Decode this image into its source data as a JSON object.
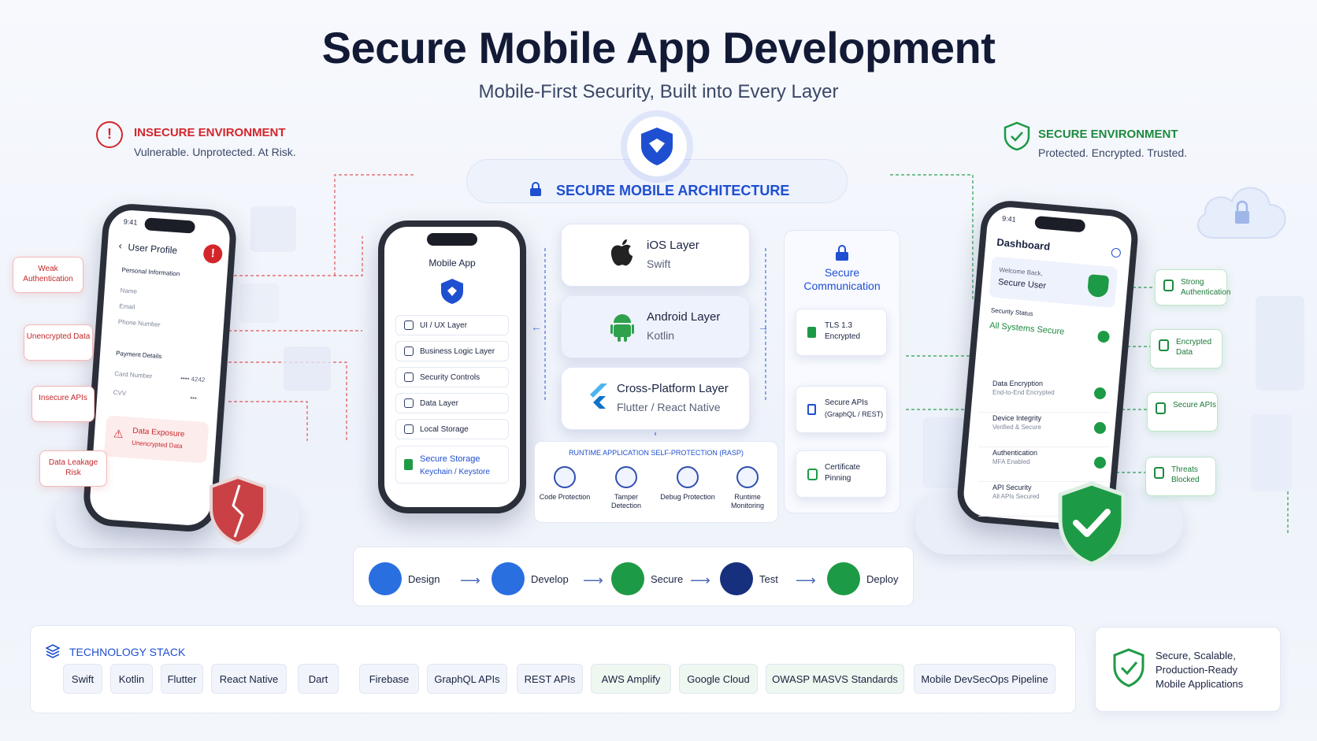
{
  "header": {
    "title": "Secure Mobile App Development",
    "subtitle": "Mobile-First Security, Built into Every Layer"
  },
  "insecure": {
    "title": "INSECURE ENVIRONMENT",
    "desc": "Vulnerable. Unprotected. At Risk.",
    "phone": {
      "time": "9:41",
      "screen_title": "User Profile",
      "personal_info": "Personal Information",
      "fields": [
        "Name",
        "Email",
        "Phone Number"
      ],
      "payment": "Payment Details",
      "card_label": "Card Number",
      "card_value": "•••• 4242",
      "cvv_label": "CVV",
      "cvv_value": "•••",
      "alert_title": "Data Exposure",
      "alert_sub": "Unencrypted Data"
    },
    "warnings": [
      "Weak Authentication",
      "Unencrypted Data",
      "Insecure APIs",
      "Data Leakage Risk"
    ]
  },
  "architecture": {
    "title": "SECURE MOBILE ARCHITECTURE",
    "mobile_app": {
      "title": "Mobile App",
      "rows": [
        "UI / UX Layer",
        "Business Logic Layer",
        "Security Controls",
        "Data Layer",
        "Local Storage"
      ],
      "storage_title": "Secure Storage",
      "storage_sub": "Keychain / Keystore"
    },
    "layers": [
      {
        "title": "iOS Layer",
        "sub": "Swift"
      },
      {
        "title": "Android Layer",
        "sub": "Kotlin"
      },
      {
        "title": "Cross-Platform Layer",
        "sub": "Flutter / React Native"
      }
    ],
    "rasp": {
      "title": "RUNTIME APPLICATION SELF-PROTECTION (RASP)",
      "items": [
        "Code Protection",
        "Tamper Detection",
        "Debug Protection",
        "Runtime Monitoring"
      ]
    },
    "secure_comm": {
      "title": "Secure Communication",
      "items": [
        {
          "title": "TLS 1.3",
          "sub": "Encrypted"
        },
        {
          "title": "Secure APIs",
          "sub": "(GraphQL / REST)"
        },
        {
          "title": "Certificate",
          "sub": "Pinning"
        }
      ]
    }
  },
  "secure": {
    "title": "SECURE ENVIRONMENT",
    "desc": "Protected. Encrypted. Trusted.",
    "phone": {
      "time": "9:41",
      "screen_title": "Dashboard",
      "welcome": "Welcome Back,",
      "user": "Secure User",
      "status_label": "Security Status",
      "status_value": "All Systems Secure",
      "rows": [
        {
          "title": "Data Encryption",
          "sub": "End-to-End Encrypted"
        },
        {
          "title": "Device Integrity",
          "sub": "Verified & Secure"
        },
        {
          "title": "Authentication",
          "sub": "MFA Enabled"
        },
        {
          "title": "API Security",
          "sub": "All APIs Secured"
        }
      ]
    },
    "badges": [
      "Strong Authentication",
      "Encrypted Data",
      "Secure APIs",
      "Threats Blocked"
    ]
  },
  "pipeline": [
    "Design",
    "Develop",
    "Secure",
    "Test",
    "Deploy"
  ],
  "tech_stack": {
    "title": "TECHNOLOGY STACK",
    "chips": [
      "Swift",
      "Kotlin",
      "Flutter",
      "React Native",
      "Dart",
      "Firebase",
      "GraphQL APIs",
      "REST APIs",
      "AWS Amplify",
      "Google Cloud",
      "OWASP MASVS Standards",
      "Mobile DevSecOps Pipeline"
    ]
  },
  "footer_card": {
    "line1": "Secure, Scalable,",
    "line2": "Production-Ready",
    "line3": "Mobile Applications"
  },
  "colors": {
    "danger": "#d3262b",
    "success": "#1d9a45",
    "primary": "#1f4fd1",
    "navy": "#121a36"
  }
}
